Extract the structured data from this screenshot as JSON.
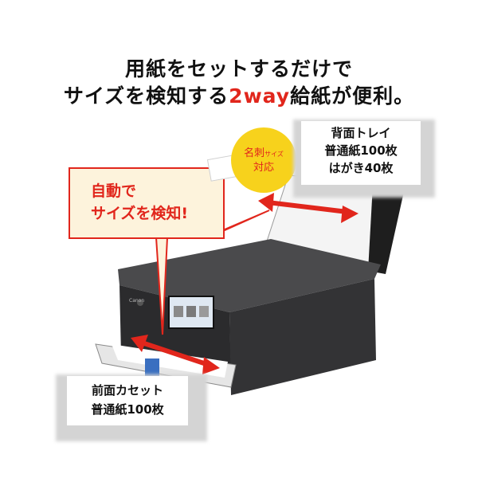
{
  "headline": {
    "line1": "用紙をセットするだけで",
    "line2_prefix": "サイズを検知する",
    "line2_accent": "2way",
    "line2_suffix": "給紙が便利。"
  },
  "callouts": {
    "auto_detect_line1": "自動で",
    "auto_detect_line2": "サイズを検知!",
    "meishi_main": "名刺",
    "meishi_sub": "サイズ",
    "meishi_end": "対応",
    "rear_title": "背面トレイ",
    "rear_line1": "普通紙100枚",
    "rear_line2": "はがき40枚",
    "front_title": "前面カセット",
    "front_line1": "普通紙100枚"
  },
  "printer": {
    "brand": "Canon"
  },
  "colors": {
    "accent": "#e1261c",
    "arrow": "#e1261c",
    "burst": "#f7d21c",
    "printer_body": "#2b2b2d"
  }
}
